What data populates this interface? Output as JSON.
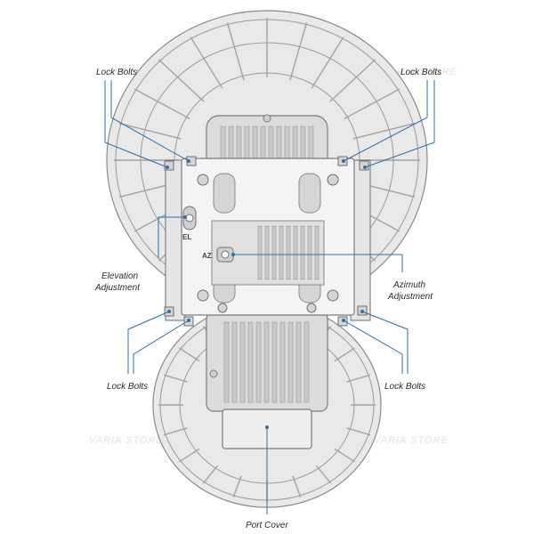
{
  "labels": {
    "lock_bolts_top_left": "Lock Bolts",
    "lock_bolts_top_right": "Lock Bolts",
    "lock_bolts_bottom_left": "Lock Bolts",
    "lock_bolts_bottom_right": "Lock Bolts",
    "elevation_line1": "Elevation",
    "elevation_line2": "Adjustment",
    "azimuth_line1": "Azimuth",
    "azimuth_line2": "Adjustment",
    "port_cover": "Port Cover",
    "el_mark": "EL",
    "az_mark": "AZ"
  },
  "watermarks": [
    "VARIA STORE",
    "VARIA STORE",
    "VARIA STORE",
    "VARIA STORE"
  ],
  "colors": {
    "leader": "#2f6fa8",
    "dish": "#e9e9ea",
    "outline": "#8a8a8c"
  }
}
